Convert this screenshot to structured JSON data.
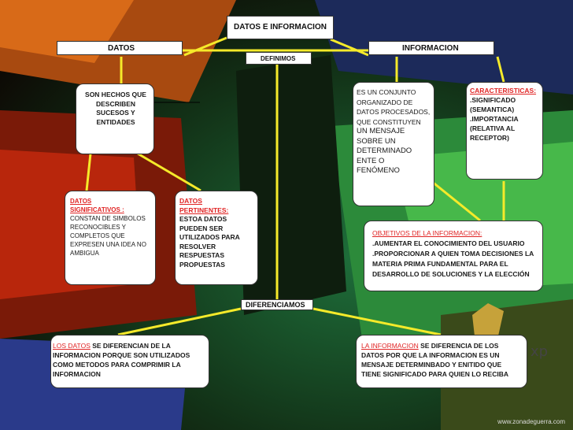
{
  "title": "DATOS E INFORMACION",
  "datos_label": "DATOS",
  "informacion_label": "INFORMACION",
  "definimos": "DEFINIMOS",
  "diferenciamos": "DIFERENCIAMOS",
  "datos_def": [
    "SON HECHOS QUE",
    "DESCRIBEN",
    "SUCESOS Y",
    "ENTIDADES"
  ],
  "info_def": [
    "ES UN CONJUNTO",
    "ORGANIZADO DE",
    "DATOS PROCESADOS,",
    "QUE CONSTITUYEN",
    "UN MENSAJE",
    "SOBRE UN",
    "DETERMINADO",
    "ENTE O",
    "FENÓMENO"
  ],
  "caracteristicas": {
    "heading": "CARACTERISTICAS:",
    "lines": [
      ".SIGNIFICADO",
      "(SEMANTICA)",
      ".IMPORTANCIA",
      "(RELATIVA AL",
      "RECEPTOR)"
    ]
  },
  "significativos": {
    "heading": [
      "DATOS",
      "SIGNIFICATIVOS  :"
    ],
    "lines": [
      "CONSTAN DE SIMBOLOS",
      "RECONOCIBLES Y",
      "COMPLETOS QUE",
      "EXPRESEN UNA IDEA NO",
      "AMBIGUA"
    ]
  },
  "pertinentes": {
    "heading": [
      "DATOS",
      "PERTINENTES:"
    ],
    "lines": [
      "ESTOA DATOS",
      "PUEDEN SER",
      "UTILIZADOS PARA",
      "RESOLVER",
      "RESPUESTAS",
      "PROPUESTAS"
    ]
  },
  "objetivos": {
    "heading": "OBJETIVOS DE LA INFORMACION:",
    "lines": [
      ".AUMENTAR EL CONOCIMIENTO DEL USUARIO",
      ".PROPORCIONAR A QUIEN TOMA DECISIONES LA",
      "MATERIA PRIMA FUNDAMENTAL PARA EL",
      "DESARROLLO DE SOLUCIONES Y LA ELECCIÓN"
    ]
  },
  "los_datos": {
    "highlight": "LOS DATOS",
    "first_rest": " SE DIFERENCIAN DE LA",
    "lines": [
      "INFORMACION PORQUE SON UTILIZADOS",
      "COMO METODOS PARA COMPRIMIR LA",
      "INFORMACION"
    ]
  },
  "la_info": {
    "highlight": "LA INFORMACION",
    "first_rest": " SE DIFERENCIA DE LOS",
    "lines": [
      "DATOS POR QUE LA INFORMACION ES UN",
      "MENSAJE DETERMINBADO Y ENITIDO QUE",
      "TIENE SIGNIFICADO PARA QUIEN LO RECIBA"
    ]
  },
  "watermark": "www.zonadeguerra.com",
  "xp_text": "xp",
  "colors": {
    "connector": "#f5ea2a",
    "highlight": "#e02424"
  }
}
